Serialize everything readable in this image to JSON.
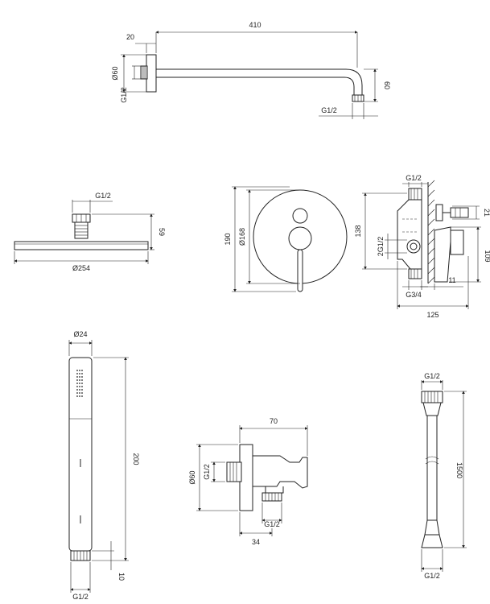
{
  "shower_arm": {
    "length": "410",
    "flange_depth": "20",
    "flange_diameter": "Ø60",
    "inlet_thread": "G1/2",
    "drop": "60",
    "outlet_thread": "G1/2"
  },
  "head_shower": {
    "thread": "G1/2",
    "height": "59",
    "diameter": "Ø254"
  },
  "mixer_front": {
    "height": "190",
    "diameter": "Ø168"
  },
  "mixer_side": {
    "top_thread": "G1/2",
    "right_dim": "21",
    "height_138": "138",
    "side_thread": "2G1/2",
    "bottom_thread": "G3/4",
    "dim_11": "11",
    "depth": "125",
    "height_109": "109"
  },
  "hand_shower": {
    "diameter": "Ø24",
    "length": "200",
    "end": "10",
    "thread": "G1/2"
  },
  "wall_elbow": {
    "depth": "70",
    "flange_diameter": "Ø60",
    "inlet_thread": "G1/2",
    "outlet_thread": "G1/2",
    "offset": "34"
  },
  "hose": {
    "top_thread": "G1/2",
    "length": "1500",
    "bottom_thread": "G1/2"
  }
}
